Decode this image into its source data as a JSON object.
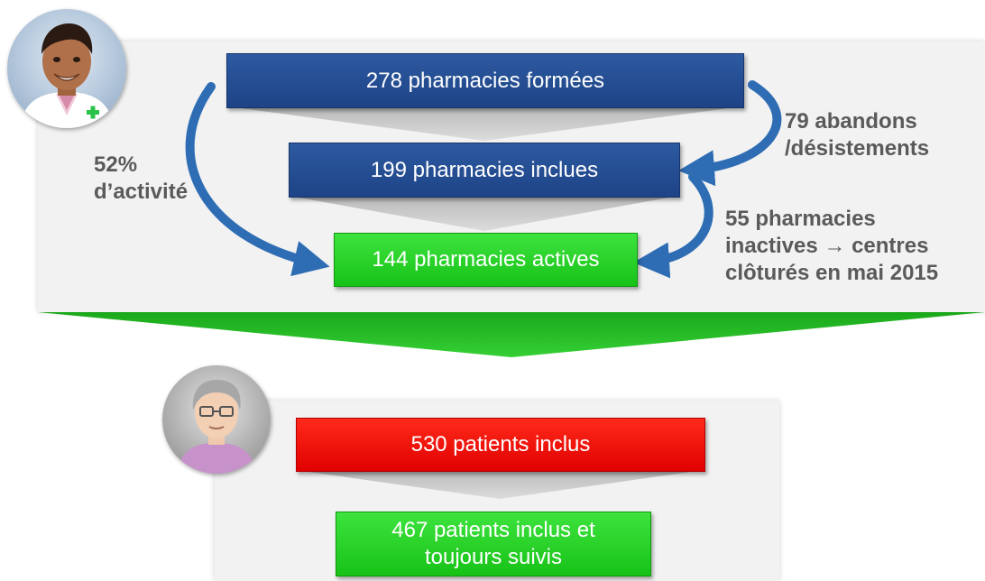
{
  "pharmacy_flow": {
    "trained": "278 pharmacies formées",
    "included": "199 pharmacies inclues",
    "active": "144 pharmacies actives"
  },
  "side_labels": {
    "activity_line1": "52%",
    "activity_line2": "d’activité",
    "dropouts_line1": "79 abandons",
    "dropouts_line2": "/désistements",
    "inactive_line1": "55 pharmacies",
    "inactive_line2": "inactives → centres",
    "inactive_line3": "clôturés en mai 2015"
  },
  "patient_flow": {
    "included": "530 patients inclus",
    "followed_line1": "467 patients inclus et",
    "followed_line2": "toujours suivis"
  },
  "colors": {
    "blue_box": "#1e4386",
    "green_box": "#17c217",
    "red_box": "#e00000",
    "arrow_blue": "#2e6db4",
    "funnel_gray": "#c4c4c4",
    "chevron_green": "#1fb51f",
    "label_gray": "#5a5a5a"
  },
  "icons": {
    "pharmacist": "pharmacist-avatar-icon",
    "patient": "elderly-patient-avatar-icon"
  }
}
